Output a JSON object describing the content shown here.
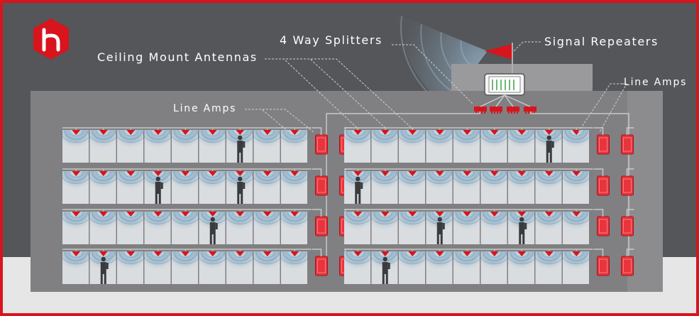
{
  "brand": {
    "name": "",
    "color": "#d8141d"
  },
  "labels": {
    "splitters": "4 Way Splitters",
    "repeaters": "Signal Repeaters",
    "antennas": "Ceiling Mount Antennas",
    "line_amps_left": "Line Amps",
    "line_amps_right": "Line Amps"
  },
  "building": {
    "wings": 2,
    "floors": 4,
    "rooms_per_floor": 9,
    "amps_per_floor": 2
  },
  "colors": {
    "background": "#545659",
    "ground": "#e6e6e6",
    "building": "#808083",
    "building_side": "#8c8c8f",
    "room": "#dadde0",
    "antenna": "#d8141d",
    "amp": "#e8343c",
    "coverage": "#3f7fa9",
    "cable": "#c8c8c8",
    "leader_line": "#d0d0d0",
    "person": "#3a3b3d"
  }
}
